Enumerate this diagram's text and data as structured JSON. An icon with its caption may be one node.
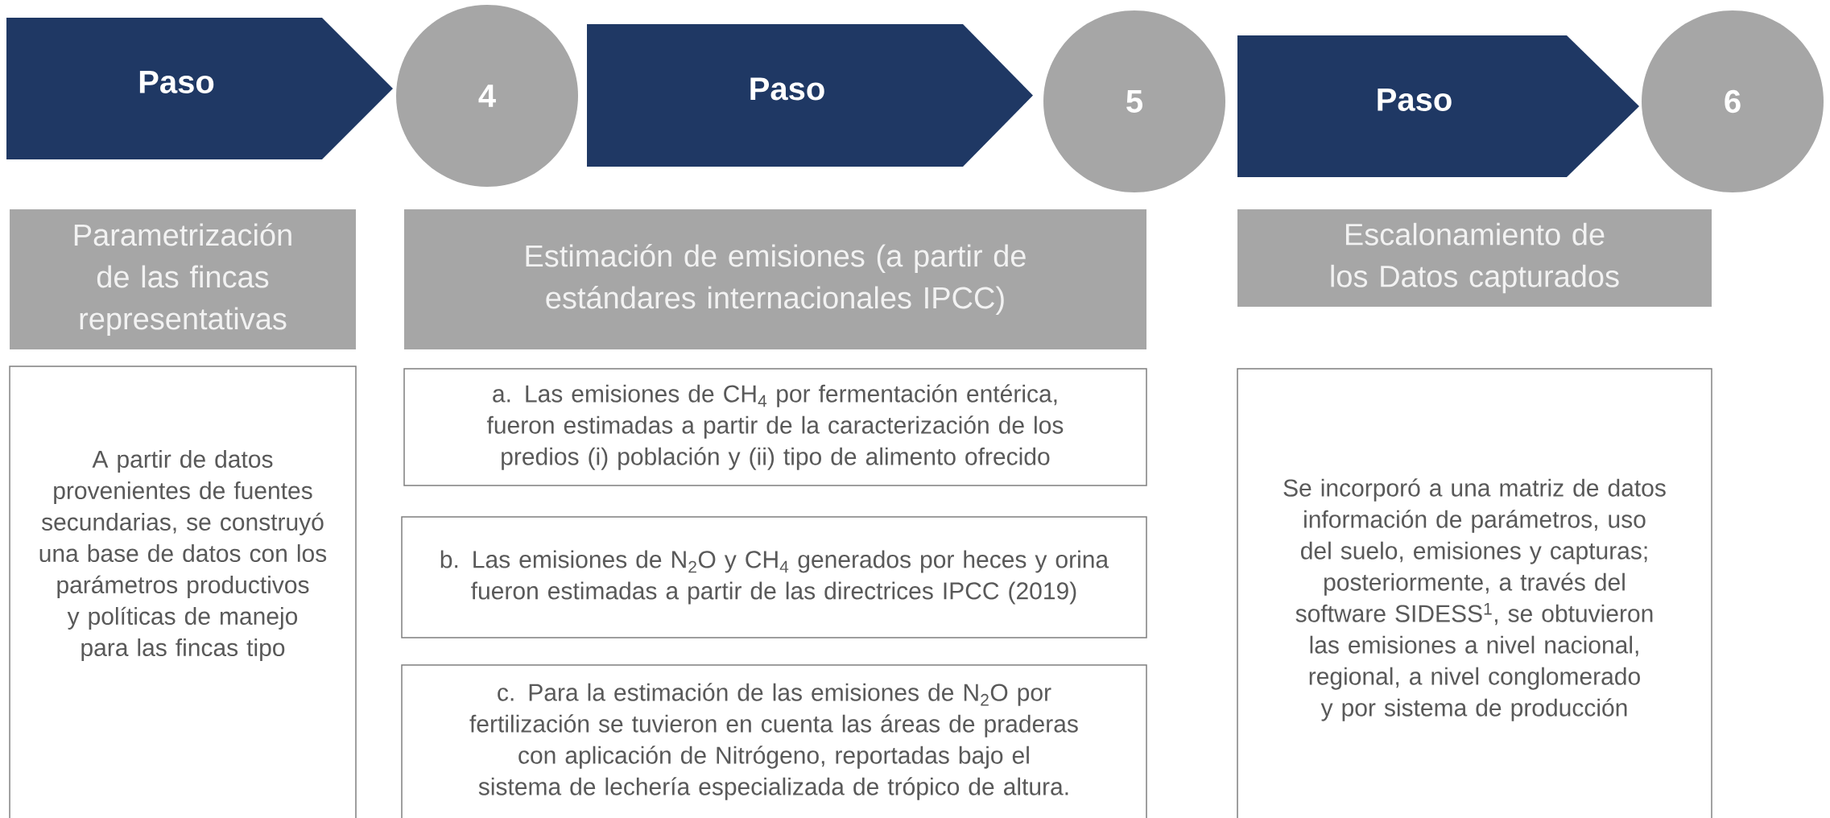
{
  "diagram": {
    "nodes": [
      {
        "text": [
          "Paso"
        ]
      },
      {
        "text": [
          "4"
        ]
      },
      {
        "text": [
          "Paso"
        ]
      },
      {
        "text": [
          "5"
        ]
      },
      {
        "text": [
          "Paso"
        ]
      },
      {
        "text": [
          "6"
        ]
      },
      {
        "text": [
          "Parametrización de las fincas representativas"
        ]
      },
      {
        "text": [
          "Estimación de emisiones (a partir de estándares internacionales IPCC)"
        ]
      },
      {
        "text": [
          "Escalonamiento de los Datos capturados"
        ]
      },
      {
        "text": [
          "A partir de datos provenientes de fuentes secundarias, se construyó una base de datos con los parámetros productivos y políticas de manejo para las fincas tipo"
        ]
      },
      {
        "text": [
          "a. Las emisiones de CH$_{4}$ por fermentación entérica, fueron estimadas a partir de la caracterización de los predios (i) población y (ii) tipo de alimento ofrecido"
        ]
      },
      {
        "text": [
          "b. Las emisiones de N$_{2}$O y CH$_{4}$ generados por heces y orina fueron estimadas a partir de las directrices IPCC (2019)"
        ]
      },
      {
        "text": [
          "c. Para la estimación de las emisiones de N$_{2}$O por fertilización  se tuvieron en cuenta las áreas de praderas con aplicación de Nitrógeno, reportadas bajo el sistema de lechería especializada de trópico de altura."
        ]
      },
      {
        "text": [
          "Se incorporó a una matriz de datos información de parámetros, uso del suelo, emisiones y capturas; posteriormente, a través del software SIDESS$^{1}$, se obtuvieron las emisiones a nivel nacional, regional, a nivel conglomerado y por sistema de producción"
        ]
      }
    ]
  }
}
